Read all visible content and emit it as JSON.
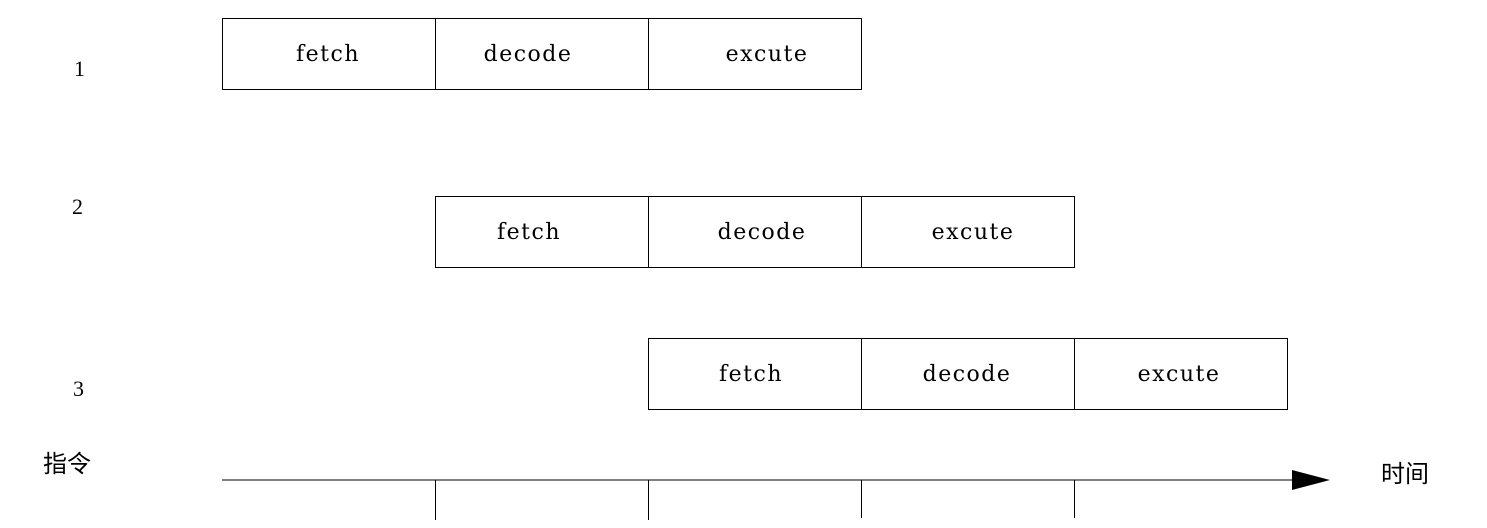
{
  "diagram": {
    "y_axis_label": "指令",
    "x_axis_label": "时间",
    "instructions": [
      {
        "number": "1",
        "stages": [
          {
            "label": "fetch"
          },
          {
            "label": "decode"
          },
          {
            "label": "excute"
          }
        ]
      },
      {
        "number": "2",
        "stages": [
          {
            "label": "fetch"
          },
          {
            "label": "decode"
          },
          {
            "label": "excute"
          }
        ]
      },
      {
        "number": "3",
        "stages": [
          {
            "label": "fetch"
          },
          {
            "label": "decode"
          },
          {
            "label": "excute"
          }
        ]
      }
    ]
  }
}
